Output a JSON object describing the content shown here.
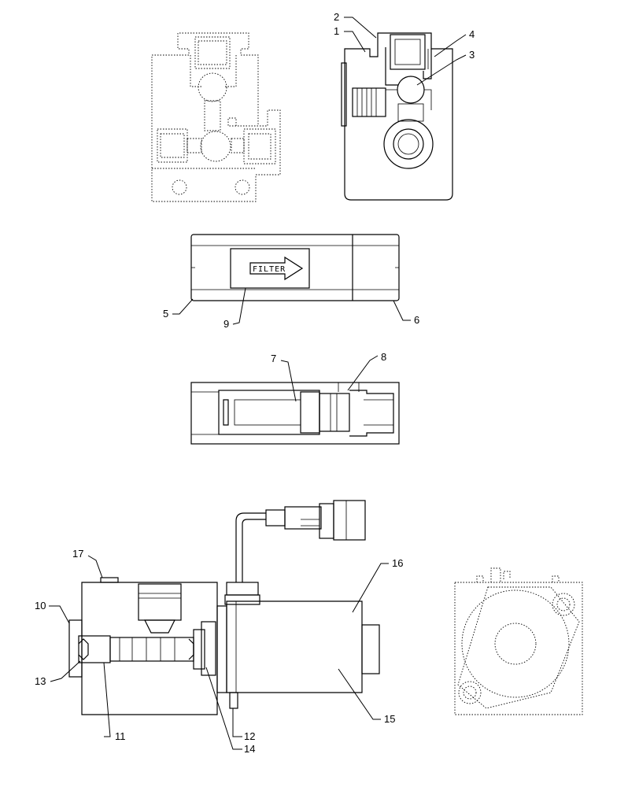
{
  "callouts": {
    "c1": "1",
    "c2": "2",
    "c3": "3",
    "c4": "4",
    "c5": "5",
    "c6": "6",
    "c7": "7",
    "c8": "8",
    "c9": "9",
    "c10": "10",
    "c11": "11",
    "c12": "12",
    "c13": "13",
    "c14": "14",
    "c15": "15",
    "c16": "16",
    "c17": "17"
  },
  "filter_label": "FILTER"
}
